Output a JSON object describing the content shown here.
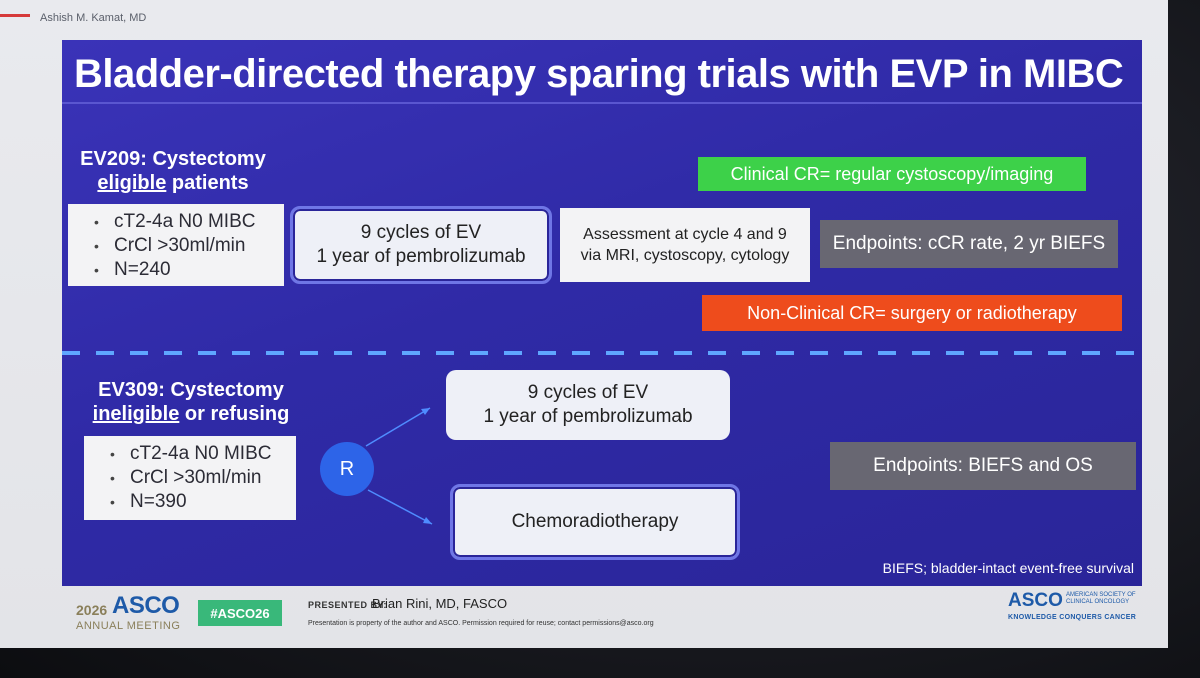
{
  "header": {
    "author": "Ashish M. Kamat, MD"
  },
  "slide": {
    "title": "Bladder-directed therapy sparing trials with EVP in MIBC",
    "ev209": {
      "head_line1": "EV209: Cystectomy",
      "head_underlined": "eligible",
      "head_rest": " patients",
      "bullets": [
        "cT2-4a N0 MIBC",
        "CrCl >30ml/min",
        "N=240"
      ],
      "treatment": [
        "9 cycles of EV",
        "1 year of pembrolizumab"
      ],
      "assessment": [
        "Assessment at cycle 4 and 9",
        "via MRI, cystoscopy, cytology"
      ],
      "endpoints": "Endpoints: cCR rate, 2 yr BIEFS",
      "clinical_cr": "Clinical CR= regular cystoscopy/imaging",
      "non_clinical_cr": "Non-Clinical CR= surgery or radiotherapy"
    },
    "ev309": {
      "head_line1": "EV309: Cystectomy",
      "head_underlined": "ineligible",
      "head_rest": " or refusing",
      "bullets": [
        "cT2-4a N0 MIBC",
        "CrCl >30ml/min",
        "N=390"
      ],
      "randomize": "R",
      "arm_a": [
        "9 cycles of EV",
        "1 year of pembrolizumab"
      ],
      "arm_b": "Chemoradiotherapy",
      "endpoints": "Endpoints: BIEFS and OS"
    },
    "footnote": "BIEFS; bladder-intact event-free survival"
  },
  "footer": {
    "year": "2026",
    "asco": "ASCO",
    "annual": "ANNUAL MEETING",
    "hashtag": "#ASCO26",
    "presented_by": "PRESENTED BY:",
    "presenter": "Brian Rini, MD, FASCO",
    "notice": "Presentation is property of the author and ASCO. Permission required for reuse; contact permissions@asco.org",
    "logo_text": "ASCO",
    "society": "AMERICAN SOCIETY OF CLINICAL ONCOLOGY",
    "tagline": "KNOWLEDGE CONQUERS CANCER"
  },
  "colors": {
    "slide_bg": "#2f2aa6",
    "green": "#3dd149",
    "orange": "#ee4c1c",
    "grey": "#686772",
    "dash": "#5fa6ff",
    "randomize_circle": "#2d64e8"
  }
}
